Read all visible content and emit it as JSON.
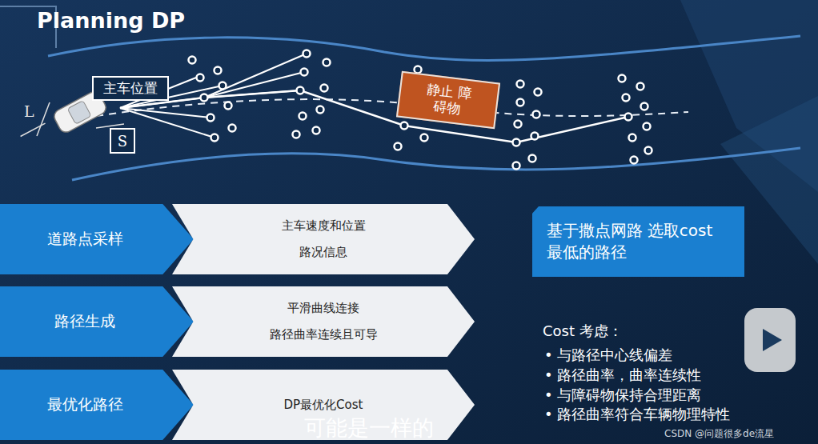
{
  "diagram": {
    "title": "Planning DP",
    "nodes": [
      {
        "text": [
          "主车位置"
        ]
      },
      {
        "text": [
          "S"
        ]
      },
      {
        "text": [
          "静止 障碍物"
        ]
      },
      {
        "text": [
          "道路点采样"
        ]
      },
      {
        "text": [
          "主车速度和位置",
          "路况信息"
        ]
      },
      {
        "text": [
          "路径生成"
        ]
      },
      {
        "text": [
          "平滑曲线连接",
          "路径曲率连续且可导"
        ]
      },
      {
        "text": [
          "最优化路径"
        ]
      },
      {
        "text": [
          "DP最优化Cost"
        ]
      },
      {
        "text": [
          "基于撒点网路 选取cost 最低的路径"
        ]
      }
    ],
    "edges": [],
    "labels": [
      "L",
      "Cost 考虑：",
      "• 与路径中心线偏差",
      "• 路径曲率，曲率连续性",
      "• 与障碍物保持合理距离",
      "• 路径曲率符合车辆物理特性",
      "可能是一样的",
      "CSDN @问题很多de流星"
    ]
  }
}
